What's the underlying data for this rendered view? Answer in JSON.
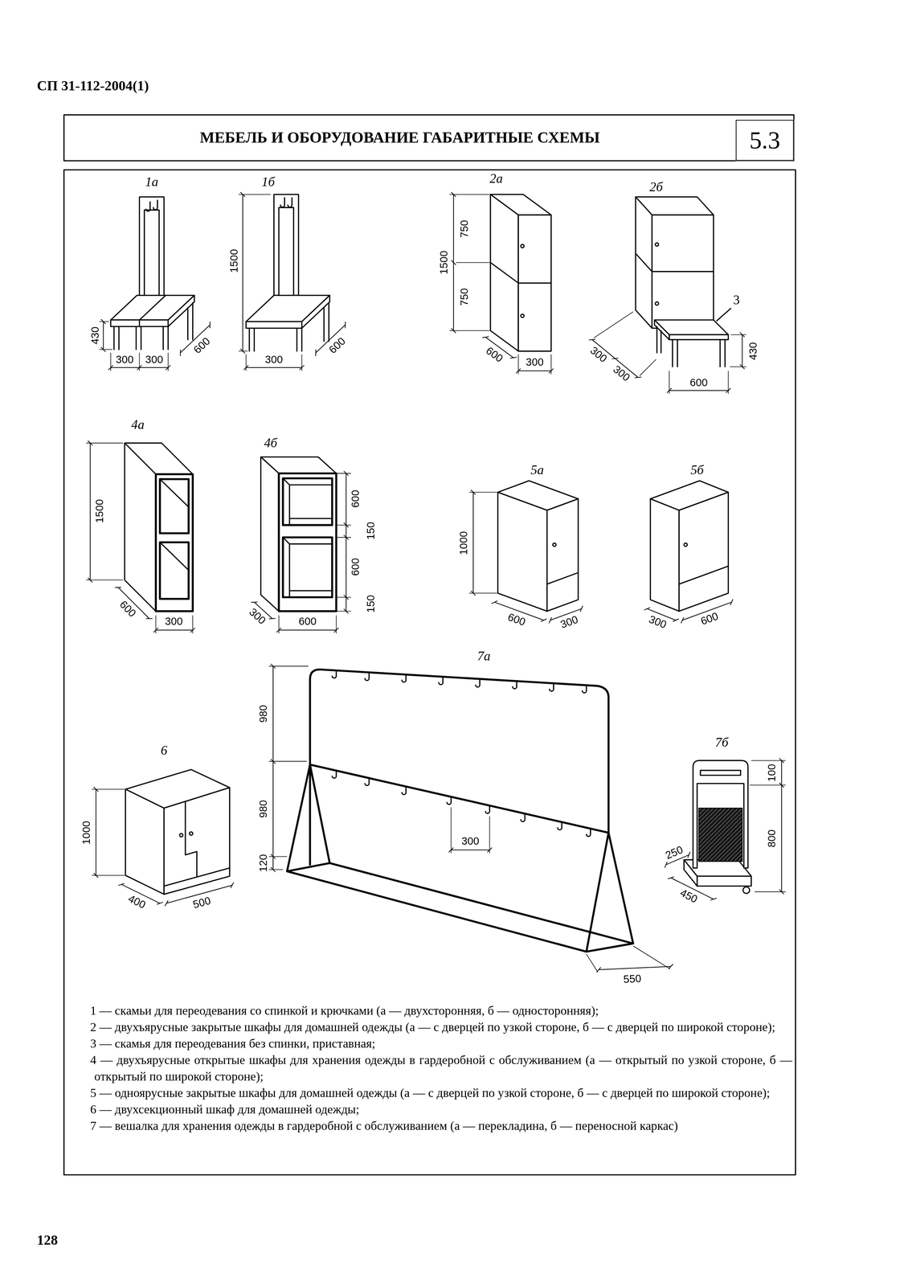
{
  "diagram": {
    "title": "МЕБЕЛЬ И ОБОРУДОВАНИЕ ГАБАРИТНЫЕ СХЕМЫ",
    "nodes": [
      {
        "text": [
          "5.3"
        ]
      }
    ],
    "labels": [
      "СП 31-112-2004(1)",
      "1а",
      "1б",
      "2а",
      "2б",
      "430",
      "300",
      "300",
      "600",
      "1500",
      "300",
      "600",
      "1500",
      "750",
      "750",
      "600",
      "300",
      "3",
      "300",
      "300",
      "430",
      "600",
      "4а",
      "4б",
      "1500",
      "600",
      "300",
      "600",
      "150",
      "600",
      "150",
      "300",
      "600",
      "5а",
      "5б",
      "1000",
      "600",
      "300",
      "300",
      "600",
      "6",
      "1000",
      "400",
      "500",
      "7а",
      "980",
      "980",
      "300",
      "120",
      "550",
      "7б",
      "100",
      "800",
      "250",
      "450",
      "1 — скамьи для переодевания со спинкой и крючками (а — двухсторонняя, б — односторонняя);",
      "2 — двухъярусные закрытые шкафы для домашней одежды (а — с дверцей по узкой стороне, б — с дверцей по широкой стороне);",
      "3 — скамья для переодевания без спинки, приставная;",
      "4 — двухъярусные открытые шкафы для хранения одежды в гардеробной с обслуживанием (а — открытый по узкой стороне, б — открытый по широкой стороне);",
      "5 — одноярусные закрытые шкафы для домашней одежды (а — с дверцей по узкой стороне, б — с дверцей по широкой стороне);",
      "6 — двухсекционный шкаф для домашней одежды;",
      "7 — вешалка для хранения одежды в гардеробной с обслуживанием (а — перекладина, б — переносной каркас)",
      "128"
    ]
  }
}
